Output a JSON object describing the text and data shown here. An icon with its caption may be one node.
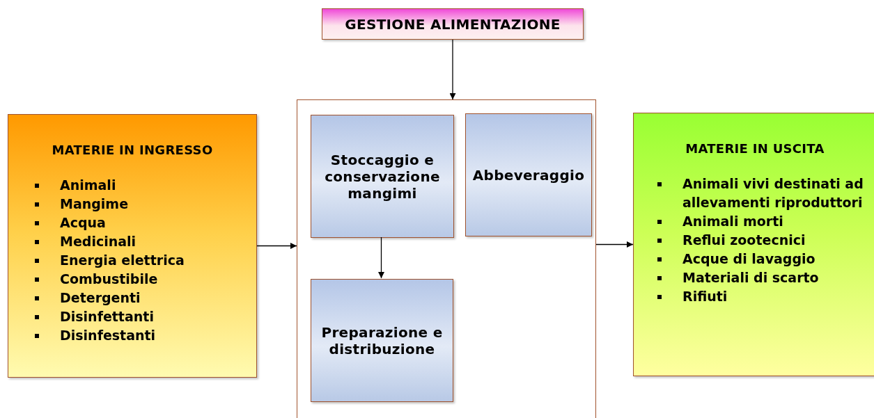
{
  "diagram": {
    "nodes": [
      {
        "text": [
          "GESTIONE ALIMENTAZIONE"
        ]
      },
      {
        "text": [
          "MATERIE IN INGRESSO",
          "Animali",
          "Mangime",
          "Acqua",
          "Medicinali",
          "Energia elettrica",
          "Combustibile",
          "Detergenti",
          "Disinfettanti",
          "Disinfestanti"
        ]
      },
      {
        "text": [],
        "shape": "box"
      },
      {
        "text": [
          "Stoccaggio e conservazione mangimi"
        ],
        "in": 2
      },
      {
        "text": [
          "Abbeveraggio"
        ],
        "in": 2
      },
      {
        "text": [
          "Preparazione e distribuzione"
        ],
        "in": 2
      },
      {
        "text": [
          "MATERIE IN USCITA",
          "Animali vivi destinati ad allevamenti riproduttori",
          "Animali morti",
          "Reflui zootecnici",
          "Acque di lavaggio",
          "Materiali di scarto",
          "Rifiuti"
        ]
      }
    ],
    "edges": [
      {
        "from": 0,
        "to": 2,
        "arrow": "to"
      },
      {
        "from": 1,
        "to": 2,
        "arrow": "to"
      },
      {
        "from": 2,
        "to": 6,
        "arrow": "to"
      },
      {
        "from": 3,
        "to": 5,
        "arrow": "to"
      }
    ]
  }
}
